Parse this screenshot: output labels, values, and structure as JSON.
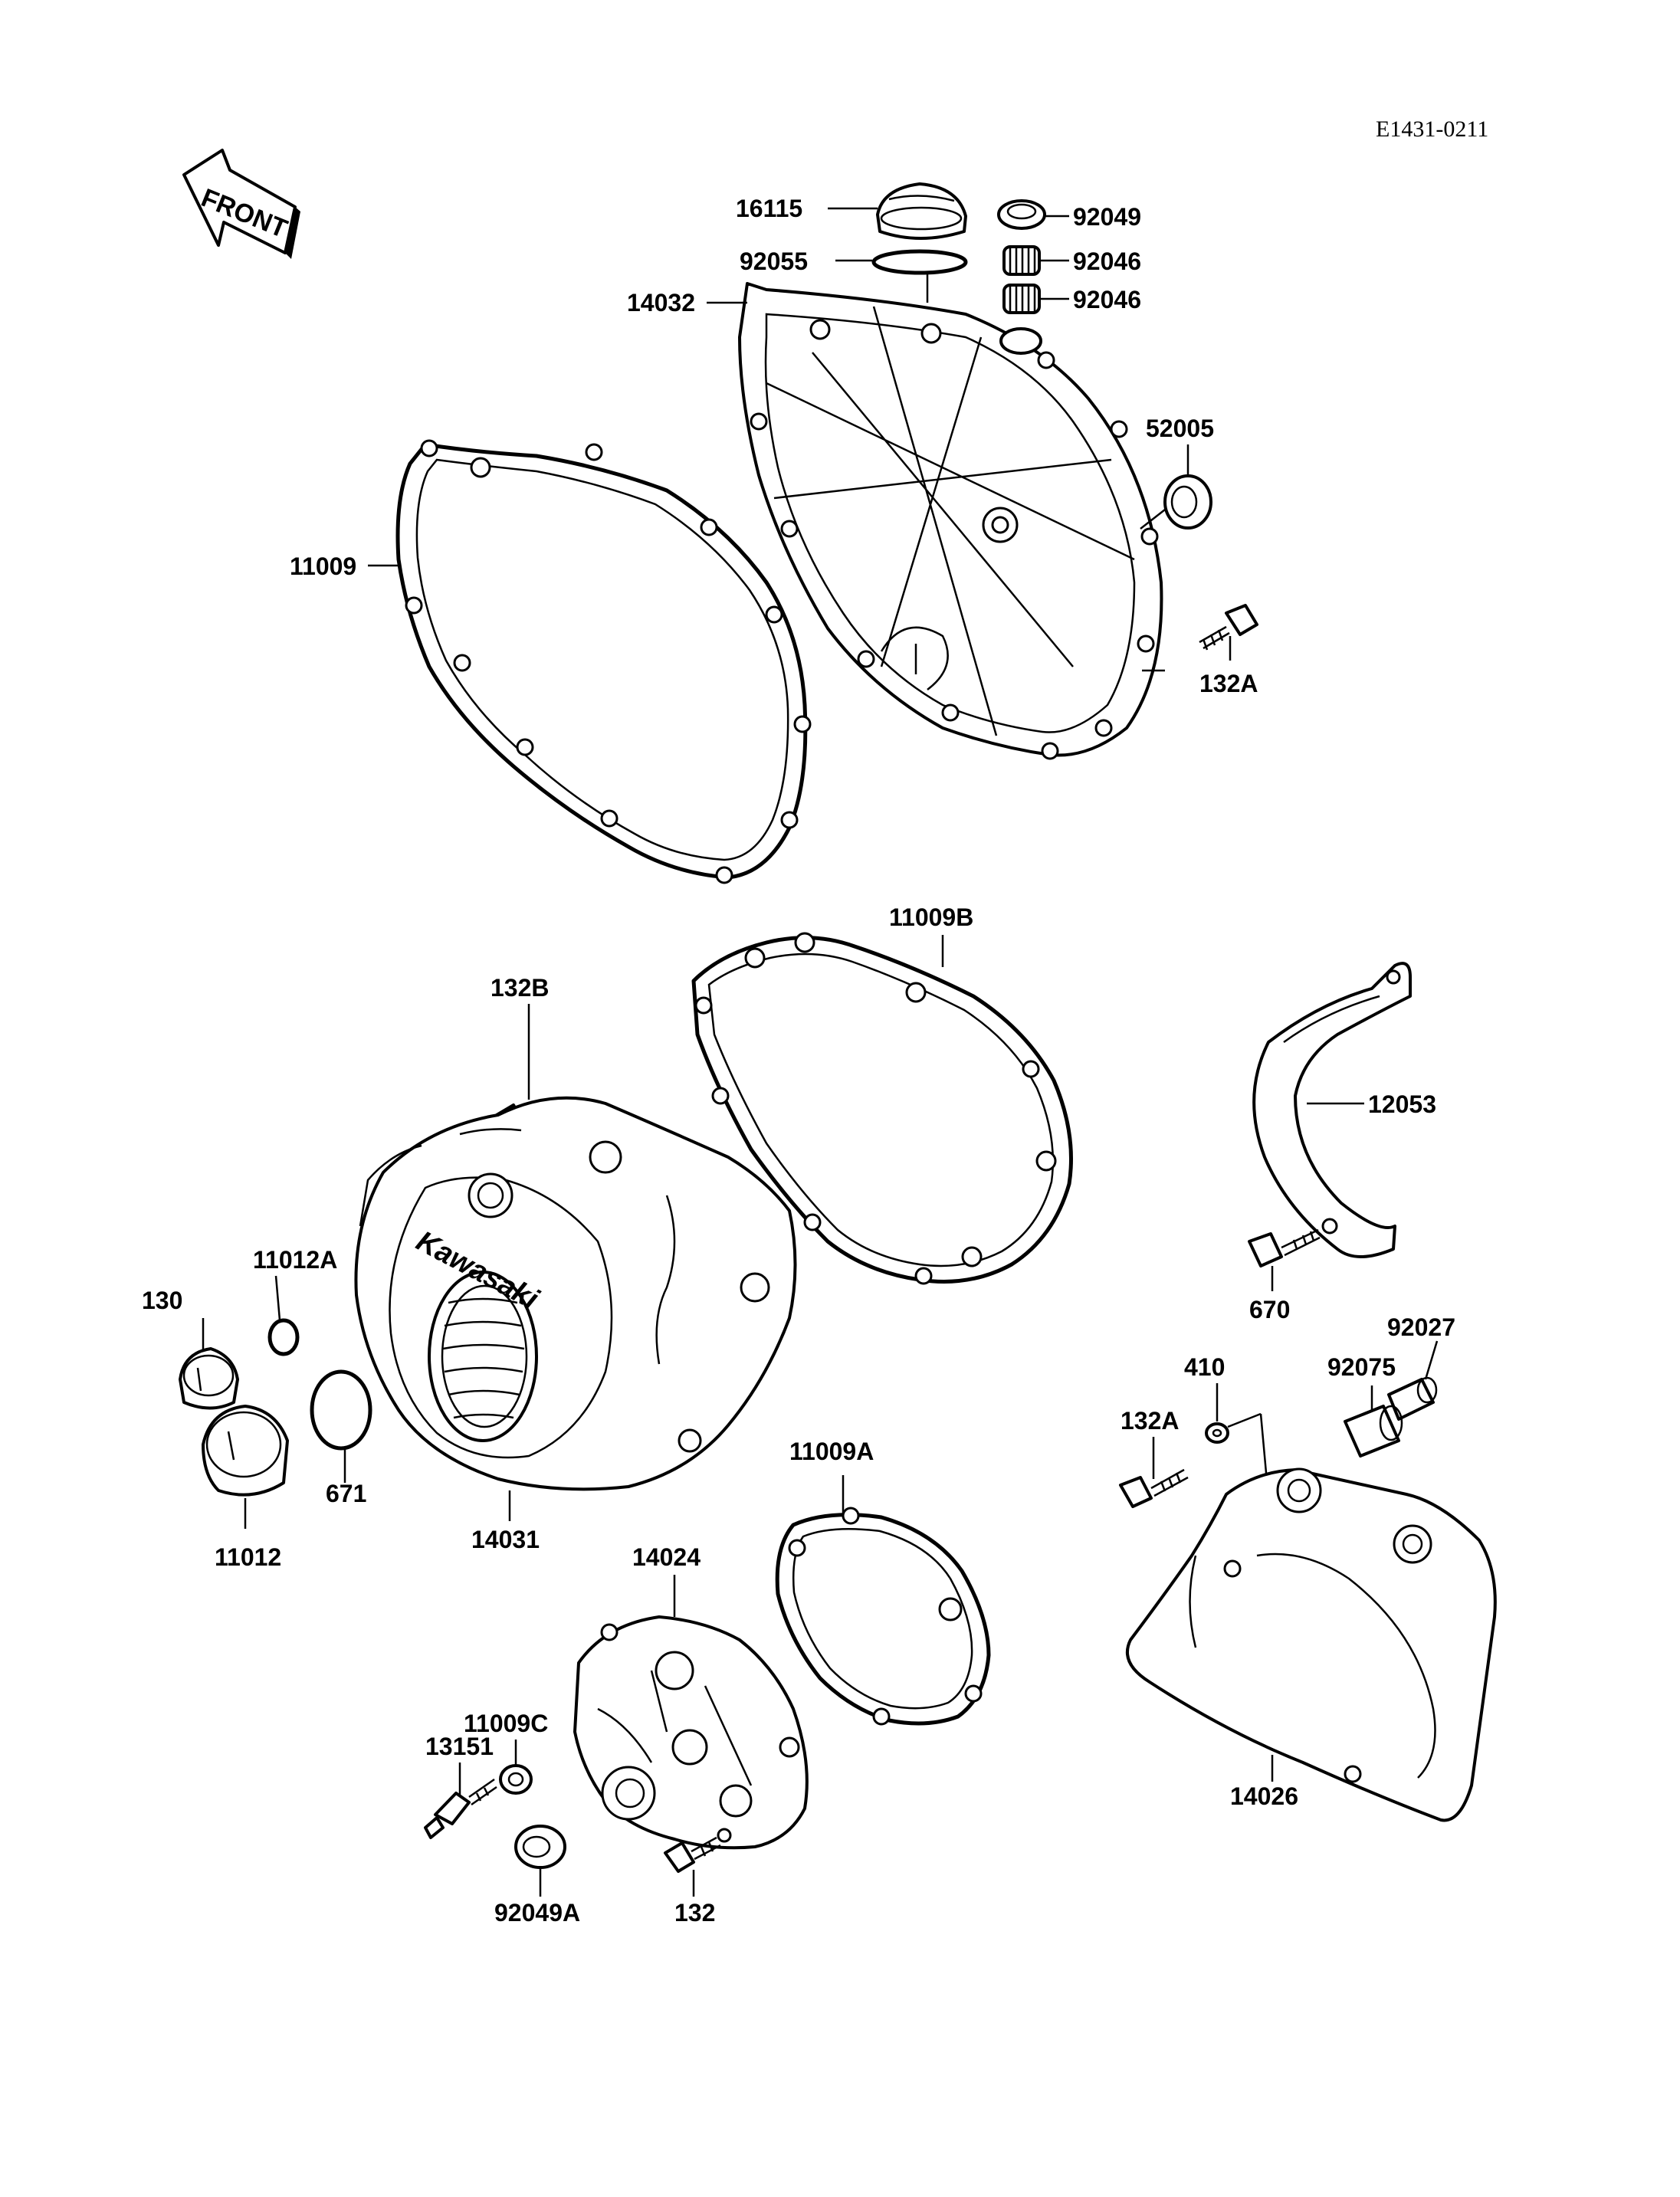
{
  "diagram_code": "E1431-0211",
  "front_arrow_text": "FRONT",
  "logo_text": "Kawasaki",
  "labels": [
    {
      "id": "16115",
      "text": "16115"
    },
    {
      "id": "92049",
      "text": "92049"
    },
    {
      "id": "92055",
      "text": "92055"
    },
    {
      "id": "92046a",
      "text": "92046"
    },
    {
      "id": "92046b",
      "text": "92046"
    },
    {
      "id": "14032",
      "text": "14032"
    },
    {
      "id": "52005",
      "text": "52005"
    },
    {
      "id": "11009",
      "text": "11009"
    },
    {
      "id": "132A_top",
      "text": "132A"
    },
    {
      "id": "11009B",
      "text": "11009B"
    },
    {
      "id": "132B",
      "text": "132B"
    },
    {
      "id": "12053",
      "text": "12053"
    },
    {
      "id": "670",
      "text": "670"
    },
    {
      "id": "11012A",
      "text": "11012A"
    },
    {
      "id": "130",
      "text": "130"
    },
    {
      "id": "92027",
      "text": "92027"
    },
    {
      "id": "410",
      "text": "410"
    },
    {
      "id": "92075",
      "text": "92075"
    },
    {
      "id": "132A_bottom",
      "text": "132A"
    },
    {
      "id": "671",
      "text": "671"
    },
    {
      "id": "14031",
      "text": "14031"
    },
    {
      "id": "11012",
      "text": "11012"
    },
    {
      "id": "11009A",
      "text": "11009A"
    },
    {
      "id": "14024",
      "text": "14024"
    },
    {
      "id": "11009C",
      "text": "11009C"
    },
    {
      "id": "13151",
      "text": "13151"
    },
    {
      "id": "14026",
      "text": "14026"
    },
    {
      "id": "92049A",
      "text": "92049A"
    },
    {
      "id": "132",
      "text": "132"
    }
  ]
}
